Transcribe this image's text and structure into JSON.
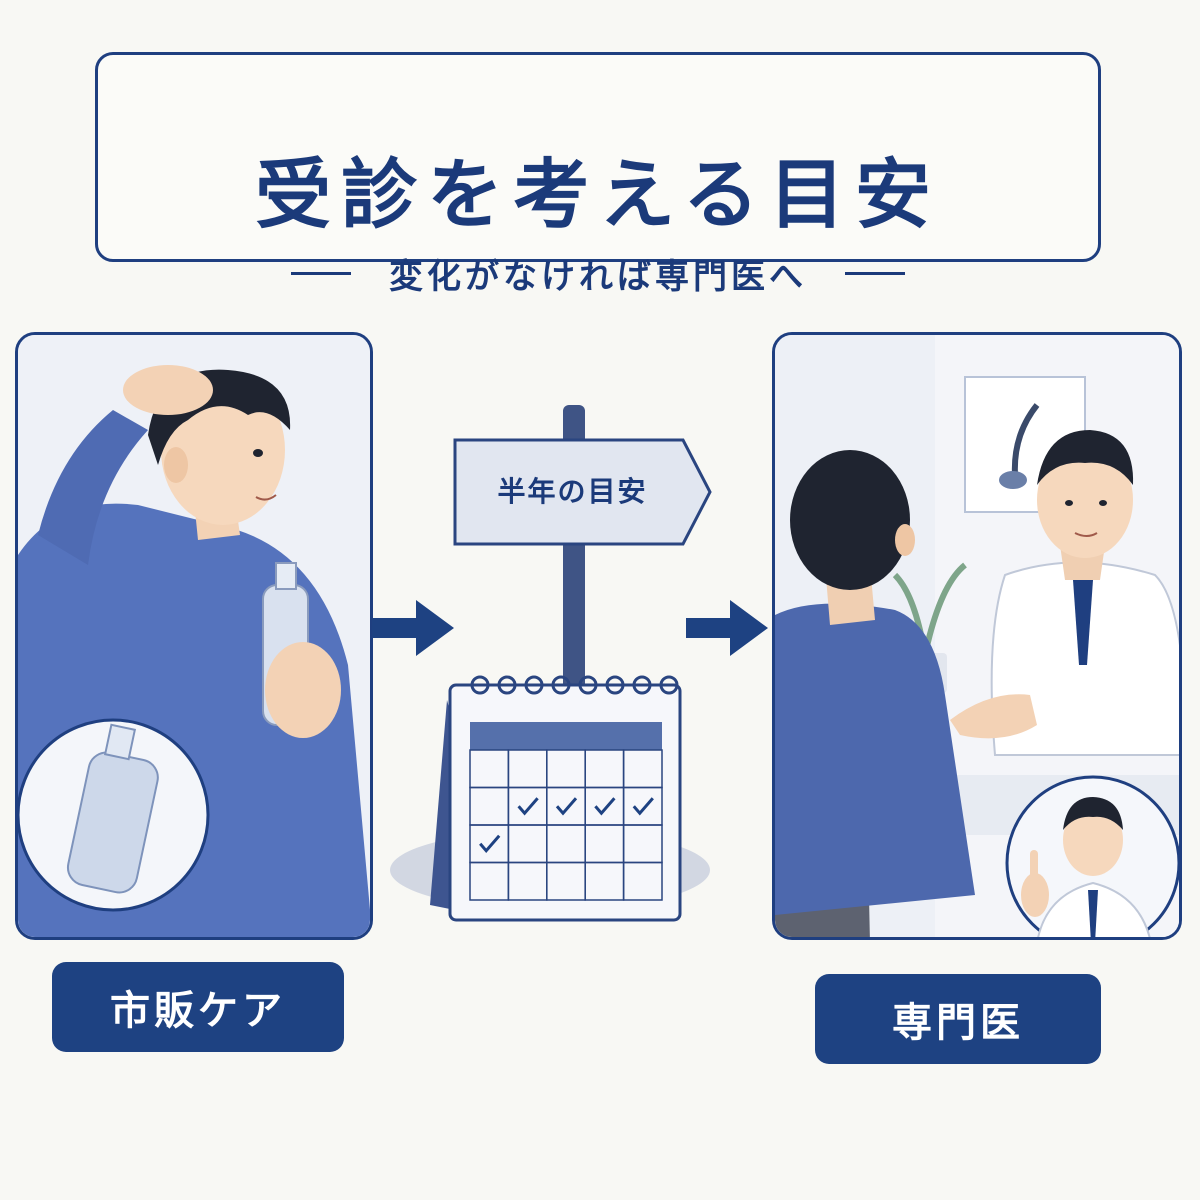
{
  "header": {
    "title": "受診を考える目安",
    "subtitle": "変化がなければ専門医へ"
  },
  "signpost": {
    "text": "半年の目安"
  },
  "left_panel": {
    "label": "市販ケア"
  },
  "right_panel": {
    "label": "専門医"
  },
  "calendar": {
    "rows": 4,
    "cols": 5,
    "checked_cells": [
      [
        1,
        1
      ],
      [
        1,
        2
      ],
      [
        1,
        3
      ],
      [
        1,
        4
      ],
      [
        2,
        0
      ]
    ]
  },
  "colors": {
    "navy": "#1e4282",
    "background": "#f8f8f4",
    "shirt_blue": "#5573bd"
  }
}
